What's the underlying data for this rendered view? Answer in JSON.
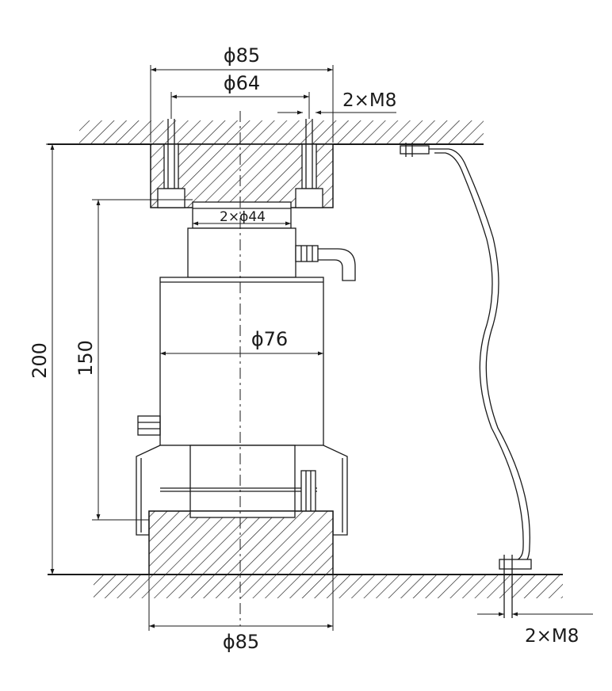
{
  "dimensions": {
    "top_outer_diameter": "ϕ85",
    "top_bolt_circle": "ϕ64",
    "top_bolts": "2×M8",
    "cap_diameter": "2×ϕ44",
    "body_diameter": "ϕ76",
    "total_height": "200",
    "cell_height": "150",
    "bottom_diameter": "ϕ85",
    "bottom_bolts": "2×M8"
  },
  "colors": {
    "line": "#1a1a1a",
    "background": "#ffffff"
  }
}
